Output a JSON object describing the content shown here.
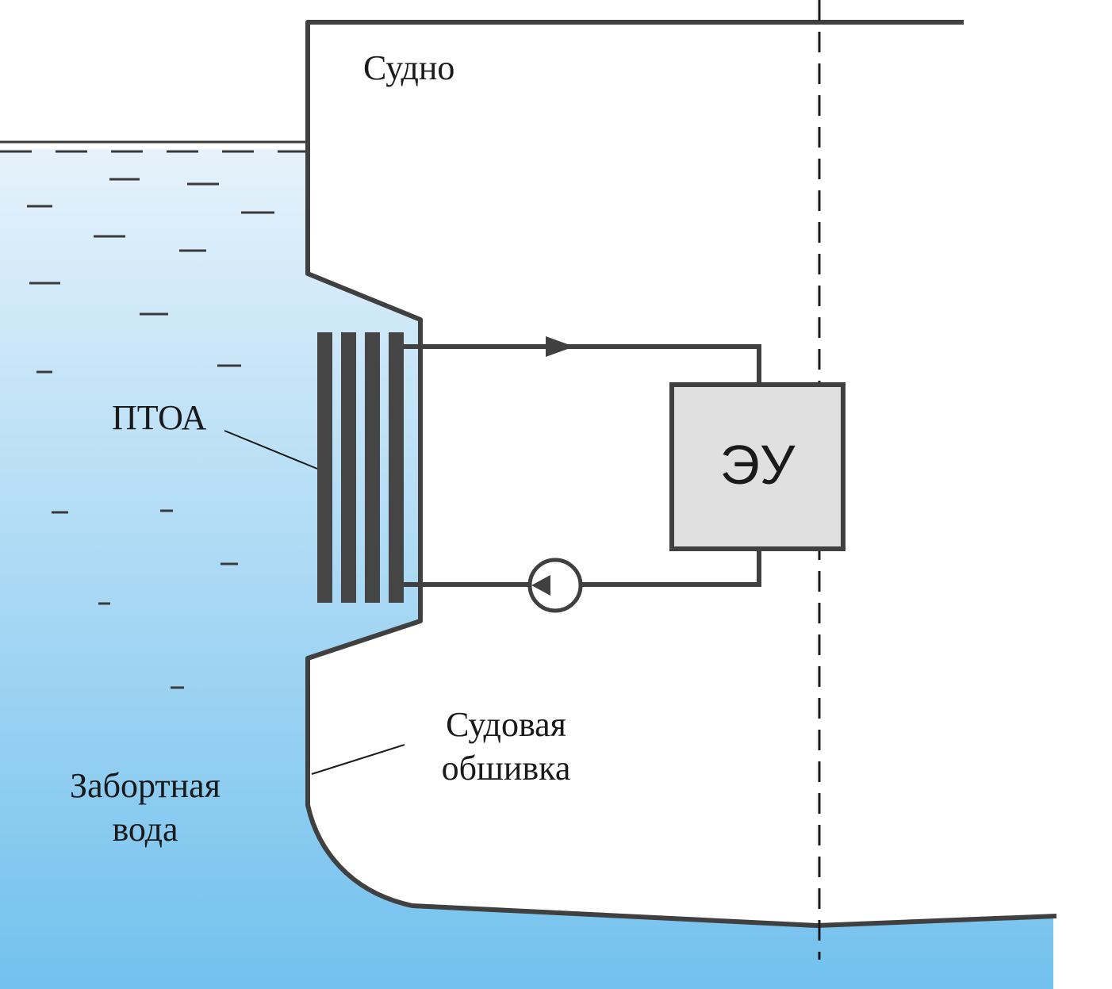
{
  "labels": {
    "ship": "Судно",
    "hex": "ПТОА",
    "plant": "ЭУ",
    "hull_line1": "Судовая",
    "hull_line2": "обшивка",
    "water_line1": "Забортная",
    "water_line2": "вода"
  },
  "colors": {
    "water_top": "#e6f2fb",
    "water_bottom": "#72c1ee",
    "hull_stroke": "#404040",
    "hex_plates": "#454545",
    "plant_fill": "#e0e0e0",
    "pipe": "#404040"
  }
}
